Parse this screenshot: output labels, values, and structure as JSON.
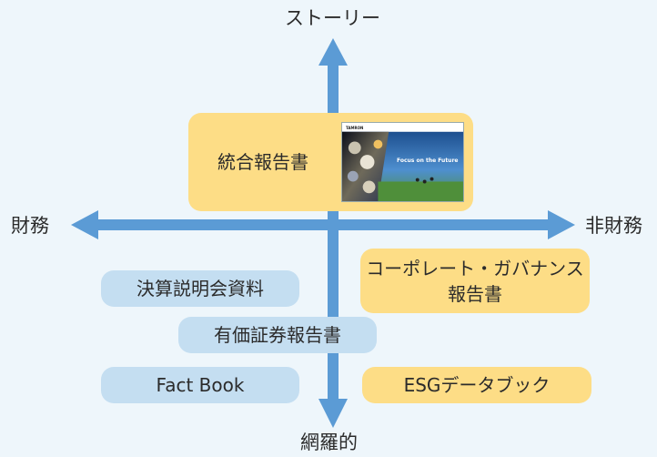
{
  "axes": {
    "top": "ストーリー",
    "bottom": "網羅的",
    "left": "財務",
    "right": "非財務"
  },
  "colors": {
    "background": "#eef6fb",
    "arrow": "#5b9bd5",
    "blue_box": "#c4def1",
    "yellow_box": "#fddd86"
  },
  "items": {
    "integrated_report": "統合報告書",
    "results_briefing": "決算説明会資料",
    "securities_report": "有価証券報告書",
    "fact_book": "Fact Book",
    "governance_line1": "コーポレート・ガバナンス",
    "governance_line2": "報告書",
    "esg_databook": "ESGデータブック"
  },
  "cover": {
    "corp_name": "TAMRON",
    "title": "Focus on the Future"
  }
}
